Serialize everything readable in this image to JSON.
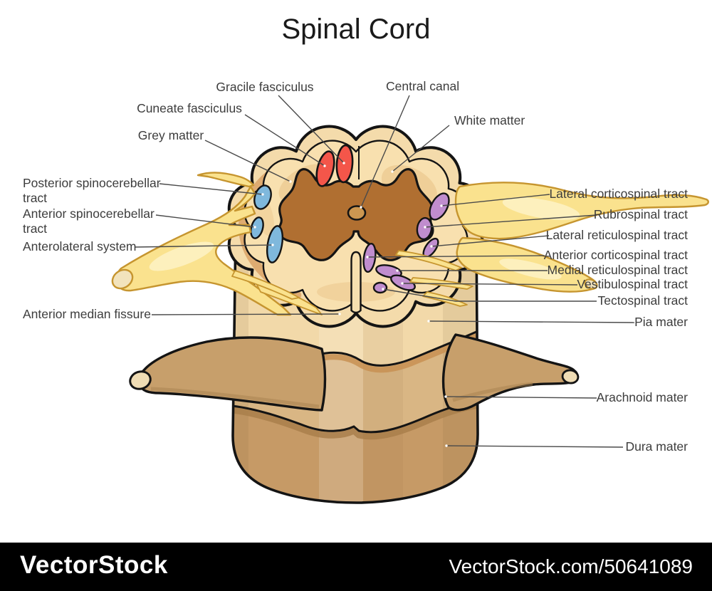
{
  "title": "Spinal Cord",
  "watermark": {
    "brand": "VectorStock",
    "credit": "VectorStock.com/50641089"
  },
  "diagram": {
    "type": "anatomical-diagram",
    "subject": "Spinal cord cross-section with labeled tracts and meninges",
    "colors": {
      "grey_matter": "#B06F31",
      "white_matter_rim": "#F4DBAB",
      "white_matter_inner": "#F8E0AF",
      "rim_shadow": "#DCA96E",
      "fasciculus_red": "#F4564A",
      "spinocerebellar_blue": "#7FB8DC",
      "tract_purple": "#C08DCE",
      "nerve_yellow": "#FAE28E",
      "nerve_outline": "#C6952F",
      "nerve_cap": "#F2E3BC",
      "body_pia": "#F2D9A9",
      "body_arachnoid": "#D9B684",
      "body_dura": "#C69A66",
      "wing_tan": "#C79F6B",
      "wing_cap": "#EFDCB4",
      "canal_fill": "#CC9751",
      "outline_black": "#141414",
      "label_grey": "#3d3d3d",
      "watermark_bg": "#000000"
    },
    "labels": {
      "gracile": "Gracile fasciculus",
      "cuneate": "Cuneate fasciculus",
      "grey_matter": "Grey matter",
      "central_canal": "Central canal",
      "white_matter": "White matter",
      "post_spino1": "Posterior spinocerebellar",
      "post_spino2": "tract",
      "ant_spino1": "Anterior spinocerebellar",
      "ant_spino2": "tract",
      "anterolateral": "Anterolateral system",
      "ant_median_fissure": "Anterior median fissure",
      "lat_cortico": "Lateral corticospinal tract",
      "rubrospinal": "Rubrospinal tract",
      "lat_reticulo": "Lateral reticulospinal tract",
      "ant_cortico": "Anterior corticospinal tract",
      "med_reticulo": "Medial reticulospinal tract",
      "vestibulospinal": "Vestibulospinal tract",
      "tectospinal": "Tectospinal tract",
      "pia": "Pia mater",
      "arachnoid": "Arachnoid mater",
      "dura": "Dura mater"
    }
  }
}
